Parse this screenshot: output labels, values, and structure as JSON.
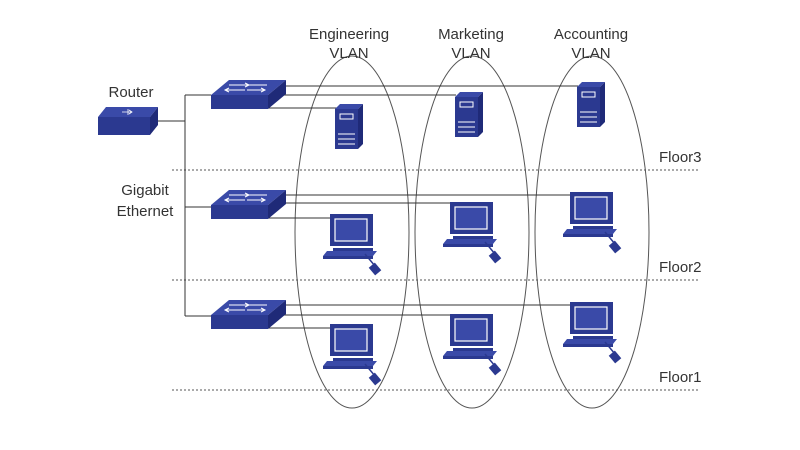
{
  "router": {
    "label": "Router"
  },
  "backbone": {
    "line1": "Gigabit",
    "line2": "Ethernet"
  },
  "vlans": [
    {
      "line1": "Engineering",
      "line2": "VLAN"
    },
    {
      "line1": "Marketing",
      "line2": "VLAN"
    },
    {
      "line1": "Accounting",
      "line2": "VLAN"
    }
  ],
  "floors": [
    {
      "label": "Floor3"
    },
    {
      "label": "Floor2"
    },
    {
      "label": "Floor1"
    }
  ],
  "colors": {
    "device": "#2b3990",
    "device_highlight": "#ffffff",
    "line": "#333333"
  }
}
